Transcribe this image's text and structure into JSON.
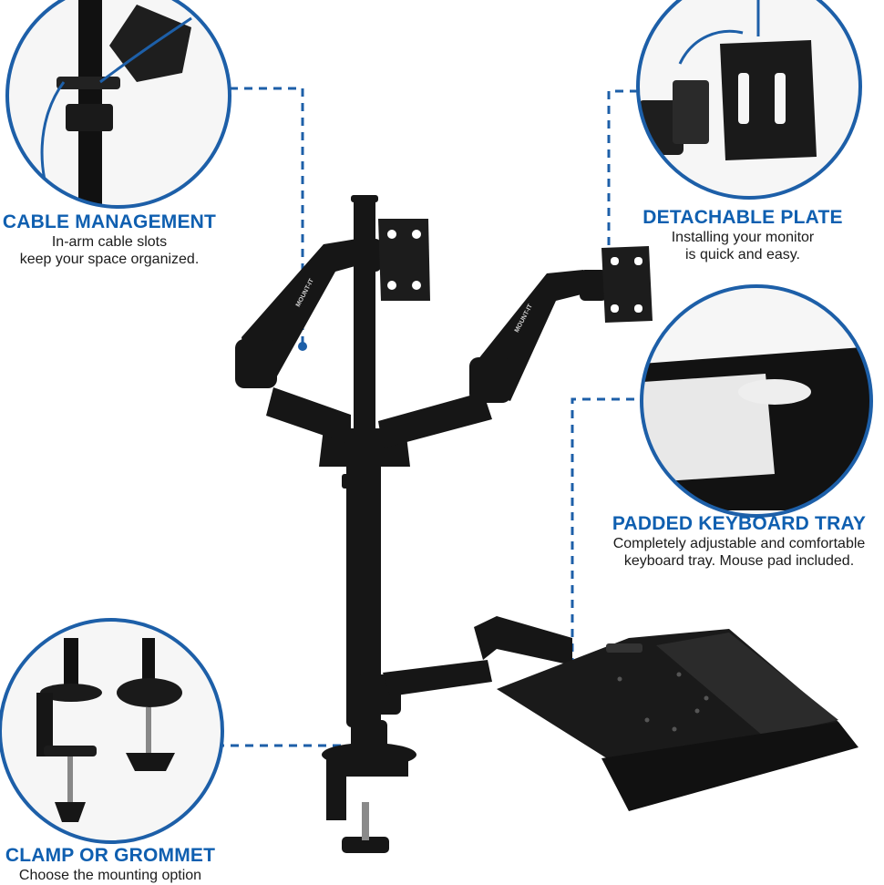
{
  "colors": {
    "accent": "#0f5fb0",
    "product": "#161616",
    "callout_line": "#1d5fa8"
  },
  "callouts": {
    "cable_management": {
      "title": "CABLE MANAGEMENT",
      "line1": "In-arm cable slots",
      "line2": "keep your space organized."
    },
    "detachable_plate": {
      "title": "DETACHABLE PLATE",
      "line1": "Installing your monitor",
      "line2": "is quick and easy."
    },
    "keyboard_tray": {
      "title": "PADDED KEYBOARD TRAY",
      "line1": "Completely adjustable and comfortable",
      "line2": "keyboard tray. Mouse pad included."
    },
    "clamp_grommet": {
      "title": "CLAMP OR GROMMET",
      "line1": "Choose the mounting option"
    }
  },
  "brand_marks": [
    "MOUNT-IT",
    "MOUNT-IT"
  ]
}
